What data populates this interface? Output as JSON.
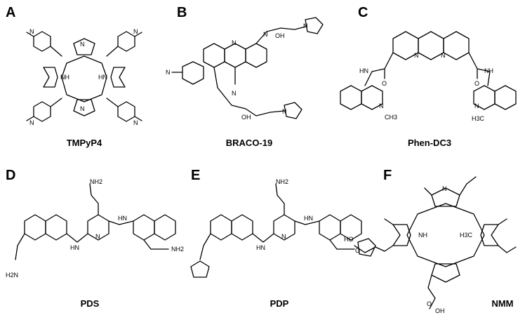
{
  "panels": [
    {
      "letter": "A",
      "compound": "TMPyP4"
    },
    {
      "letter": "B",
      "compound": "BRACO-19"
    },
    {
      "letter": "C",
      "compound": "Phen-DC3"
    },
    {
      "letter": "D",
      "compound": "PDS"
    },
    {
      "letter": "E",
      "compound": "PDP"
    },
    {
      "letter": "F",
      "compound": "NMM"
    }
  ],
  "atoms": {
    "n": "N",
    "nplus": "N",
    "plus": "+",
    "nh": "NH",
    "hn": "HN",
    "oh": "OH",
    "o": "O",
    "hoh": "HO",
    "ch3": "CH3",
    "h3c": "H3C",
    "nh2": "NH2",
    "h2n": "H2N",
    "hn_amide": "HN",
    "nh_amide": "NH"
  }
}
